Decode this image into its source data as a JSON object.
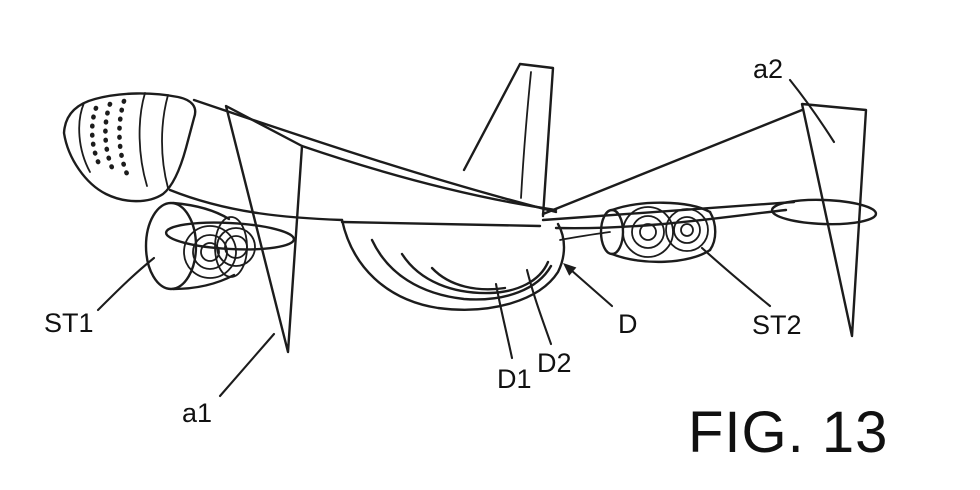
{
  "figure": {
    "title": "FIG. 13",
    "labels": {
      "st1": "ST1",
      "a1": "a1",
      "d1": "D1",
      "d2": "D2",
      "d": "D",
      "st2": "ST2",
      "a2": "a2"
    },
    "colors": {
      "line": "#1c1c1c",
      "background": "#ffffff"
    }
  }
}
